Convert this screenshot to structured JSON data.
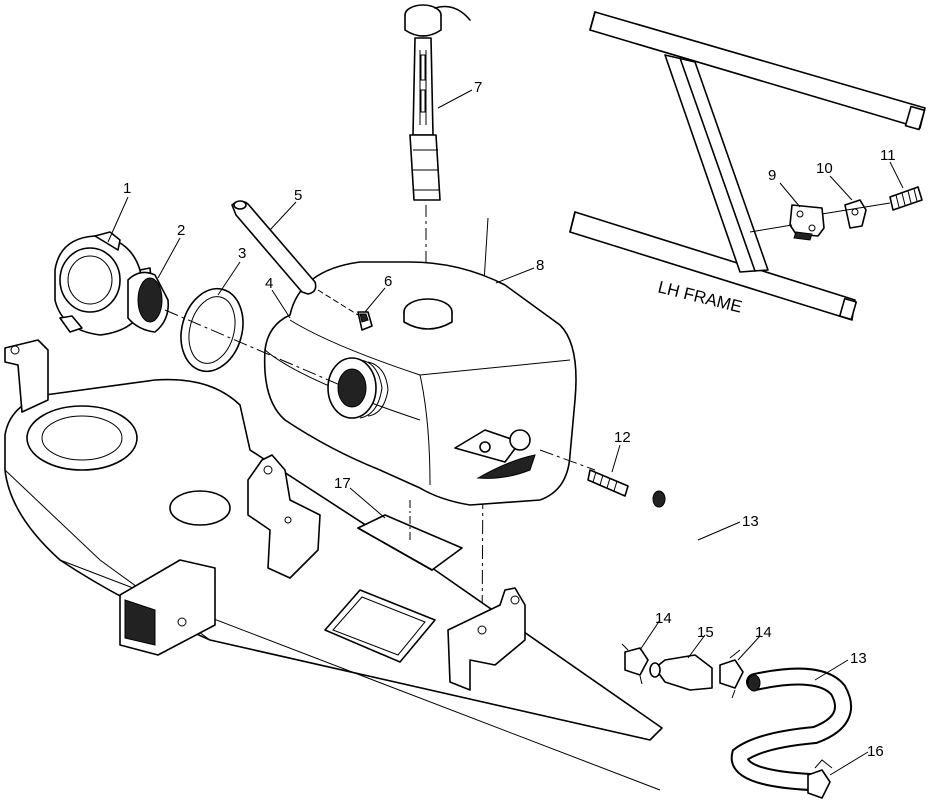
{
  "diagram": {
    "frame_label": "LH FRAME",
    "callouts": [
      {
        "id": "c1",
        "text": "1"
      },
      {
        "id": "c2",
        "text": "2"
      },
      {
        "id": "c3",
        "text": "3"
      },
      {
        "id": "c4",
        "text": "4"
      },
      {
        "id": "c5",
        "text": "5"
      },
      {
        "id": "c6",
        "text": "6"
      },
      {
        "id": "c7",
        "text": "7"
      },
      {
        "id": "c8",
        "text": "8"
      },
      {
        "id": "c9",
        "text": "9"
      },
      {
        "id": "c10",
        "text": "10"
      },
      {
        "id": "c11",
        "text": "11"
      },
      {
        "id": "c12",
        "text": "12"
      },
      {
        "id": "c13a",
        "text": "13"
      },
      {
        "id": "c13b",
        "text": "13"
      },
      {
        "id": "c14a",
        "text": "14"
      },
      {
        "id": "c14b",
        "text": "14"
      },
      {
        "id": "c15",
        "text": "15"
      },
      {
        "id": "c16",
        "text": "16"
      },
      {
        "id": "c17",
        "text": "17"
      }
    ]
  }
}
